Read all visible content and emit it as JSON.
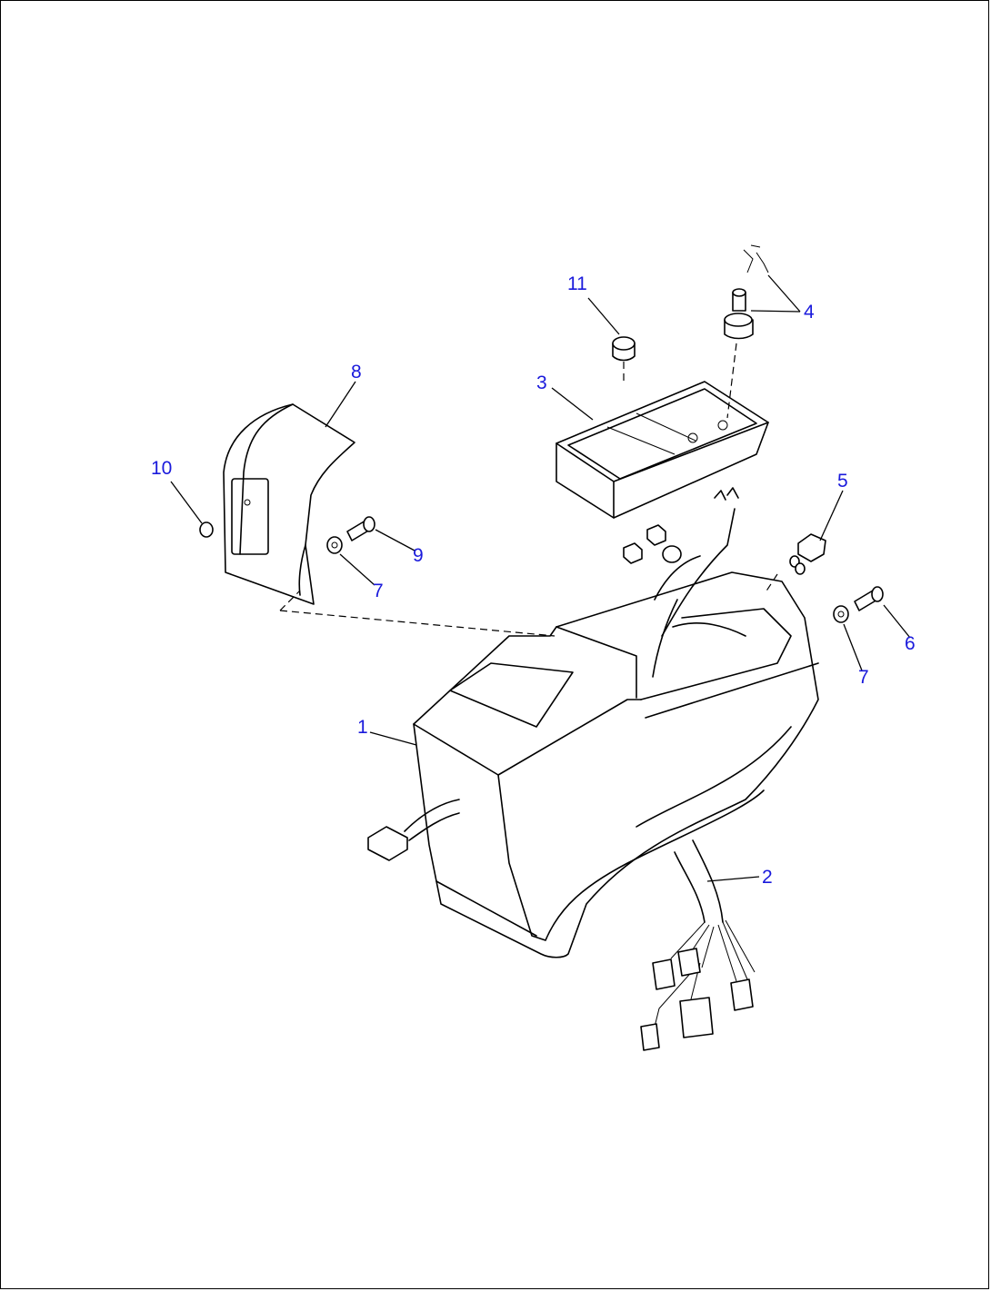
{
  "callouts": [
    {
      "id": "1",
      "label": "1"
    },
    {
      "id": "2",
      "label": "2"
    },
    {
      "id": "3",
      "label": "3"
    },
    {
      "id": "4",
      "label": "4"
    },
    {
      "id": "5",
      "label": "5"
    },
    {
      "id": "6",
      "label": "6"
    },
    {
      "id": "7a",
      "label": "7"
    },
    {
      "id": "7b",
      "label": "7"
    },
    {
      "id": "8",
      "label": "8"
    },
    {
      "id": "9",
      "label": "9"
    },
    {
      "id": "10",
      "label": "10"
    },
    {
      "id": "11",
      "label": "11"
    }
  ],
  "colors": {
    "callout": "#1a1adc",
    "line": "#000000",
    "background": "#ffffff"
  }
}
